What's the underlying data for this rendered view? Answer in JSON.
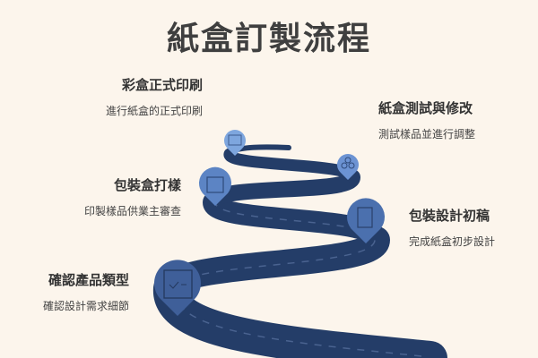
{
  "title": "紙盒訂製流程",
  "steps": [
    {
      "heading": "彩盒正式印刷",
      "desc": "進行紙盒的正式印刷",
      "icon": "printed-box-icon",
      "color": "#7ea6de"
    },
    {
      "heading": "紙盒測試與修改",
      "desc": "測試樣品並進行調整",
      "icon": "boxes-icon",
      "color": "#6c93d3"
    },
    {
      "heading": "包裝盒打樣",
      "desc": "印製樣品供業主審查",
      "icon": "box-icon",
      "color": "#5c84c4"
    },
    {
      "heading": "包裝設計初稿",
      "desc": "完成紙盒初步設計",
      "icon": "document-image-icon",
      "color": "#4b70ae"
    },
    {
      "heading": "確認產品類型",
      "desc": "確認設計需求細節",
      "icon": "checklist-icon",
      "color": "#3f5f99"
    }
  ]
}
